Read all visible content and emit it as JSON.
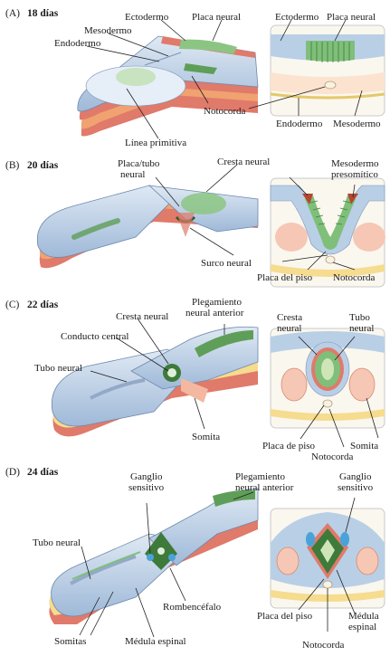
{
  "colors": {
    "ectoderm": "#b9cfe6",
    "ectoderm_dark": "#8aa6c8",
    "mesoderm_red": "#e07a6a",
    "mesoderm_orange": "#f0a270",
    "yolk_yellow": "#f5dc8e",
    "neural_green": "#7fbf7a",
    "neural_green_light": "#cfe5b8",
    "somite_pink": "#f4b8a0",
    "notochord": "#f7f2e6",
    "ganglion_blue": "#4aa3d8",
    "background": "#ffffff"
  },
  "panels": [
    {
      "id": "A",
      "stage": "(A)",
      "day": "18 días",
      "labels": {
        "ectodermo": "Ectodermo",
        "placa_neural": "Placa neural",
        "mesodermo": "Mesodermo",
        "endodermo": "Endodermo",
        "notocorda": "Notocorda",
        "linea_primitiva": "Línea primitiva",
        "x_ectodermo": "Ectodermo",
        "x_placa_neural": "Placa neural",
        "x_endodermo": "Endodermo",
        "x_mesodermo": "Mesodermo"
      }
    },
    {
      "id": "B",
      "stage": "(B)",
      "day": "20 días",
      "labels": {
        "placa_tubo_1": "Placa/tubo",
        "placa_tubo_2": "neural",
        "cresta_neural": "Cresta neural",
        "mesodermo_1": "Mesodermo",
        "mesodermo_2": "presomítico",
        "surco_neural": "Surco neural",
        "placa_piso": "Placa del piso",
        "notocorda": "Notocorda"
      }
    },
    {
      "id": "C",
      "stage": "(C)",
      "day": "22 días",
      "labels": {
        "plegamiento_1": "Plegamiento",
        "plegamiento_2": "neural anterior",
        "cresta_neural": "Cresta neural",
        "conducto_central": "Conducto central",
        "tubo_neural": "Tubo neural",
        "somita": "Somita",
        "x_cresta_1": "Cresta",
        "x_cresta_2": "neural",
        "x_tubo_1": "Tubo",
        "x_tubo_2": "neural",
        "x_placa_piso": "Placa de piso",
        "x_somita": "Somita",
        "x_notocorda": "Notocorda"
      }
    },
    {
      "id": "D",
      "stage": "(D)",
      "day": "24 días",
      "labels": {
        "ganglio_1": "Ganglio",
        "ganglio_2": "sensitivo",
        "plegamiento_1": "Plegamiento",
        "plegamiento_2": "neural anterior",
        "tubo_neural": "Tubo neural",
        "rombencefalo": "Rombencéfalo",
        "somitas": "Somitas",
        "medula_espinal": "Médula espinal",
        "x_ganglio_1": "Ganglio",
        "x_ganglio_2": "sensitivo",
        "x_placa_piso": "Placa del piso",
        "x_medula_1": "Médula",
        "x_medula_2": "espinal",
        "x_notocorda": "Notocorda"
      }
    }
  ]
}
